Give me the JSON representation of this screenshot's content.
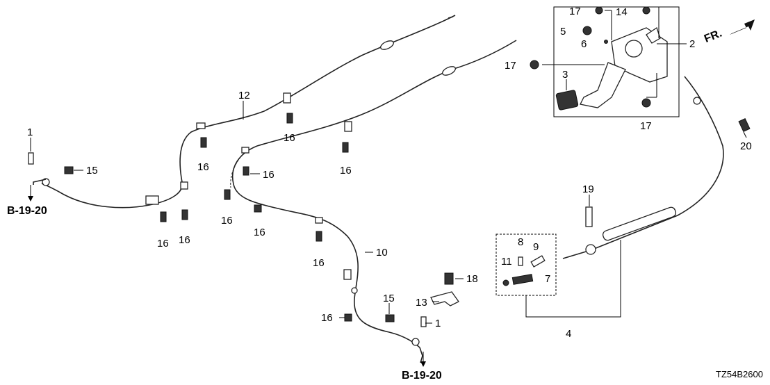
{
  "diagram": {
    "part_numbers": {
      "p1_left": "1",
      "p1_right": "1",
      "p2": "2",
      "p3": "3",
      "p4": "4",
      "p5": "5",
      "p6": "6",
      "p7": "7",
      "p8": "8",
      "p9": "9",
      "p10": "10",
      "p11": "11",
      "p12": "12",
      "p13": "13",
      "p14": "14",
      "p15_left": "15",
      "p15_right": "15",
      "p16_a": "16",
      "p16_b": "16",
      "p16_c": "16",
      "p16_d": "16",
      "p16_e": "16",
      "p16_f": "16",
      "p16_g": "16",
      "p16_h": "16",
      "p16_i": "16",
      "p16_j": "16",
      "p17_top": "17",
      "p17_mid": "17",
      "p17_bot": "17",
      "p18": "18",
      "p19": "19",
      "p20": "20"
    },
    "refs": {
      "left": "B-19-20",
      "bottom": "B-19-20"
    },
    "direction_label": "FR.",
    "diagram_code": "TZ54B2600"
  }
}
